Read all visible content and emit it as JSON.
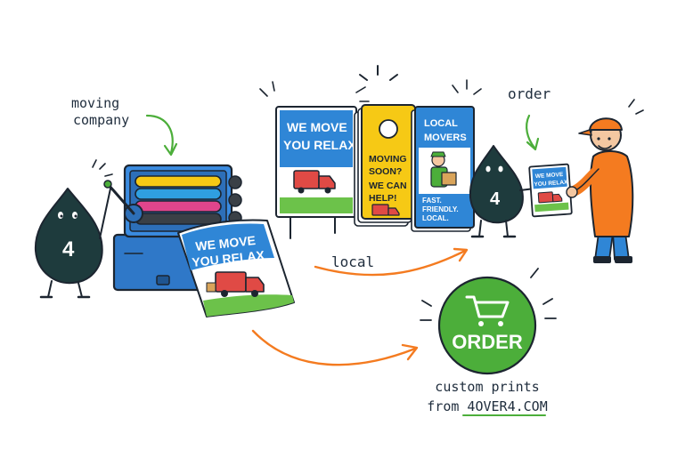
{
  "labels": {
    "moving_company": [
      "moving",
      "company"
    ],
    "local": "local",
    "order": "order",
    "custom_prints": [
      "custom prints",
      "from 4OVER4.COM"
    ]
  },
  "mascot": {
    "number": "4"
  },
  "banner": {
    "headline": [
      "WE MOVE",
      "YOU RELAX"
    ]
  },
  "yard_sign": {
    "headline": [
      "WE MOVE",
      "YOU RELAX"
    ]
  },
  "door_hanger": {
    "lines": [
      "MOVING",
      "SOON?",
      "WE CAN",
      "HELP!"
    ]
  },
  "flyer": {
    "title": [
      "LOCAL",
      "MOVERS"
    ],
    "footer": [
      "FAST.",
      "FRIENDLY.",
      "LOCAL."
    ]
  },
  "mini_flyer": {
    "headline": [
      "WE MOVE",
      "YOU RELAX"
    ]
  },
  "order_button": {
    "label": "ORDER",
    "icon": "shopping-cart-icon"
  },
  "colors": {
    "blue": "#2f86d6",
    "orange": "#f47b20",
    "green": "#4cae3a",
    "dark_teal": "#1e3b3d",
    "yellow": "#f6c915",
    "truck_red": "#e04a45"
  }
}
